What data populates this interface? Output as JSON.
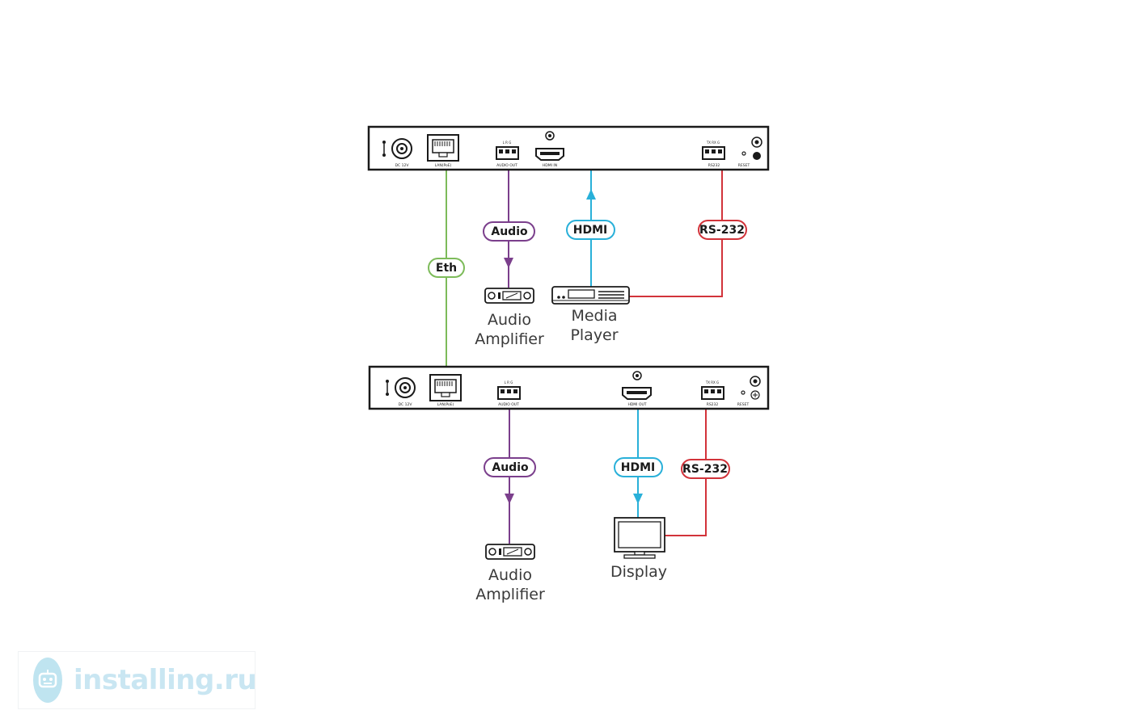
{
  "colors": {
    "audio": "#7b3f8c",
    "hdmi": "#29b0d9",
    "rs232": "#d2333a",
    "eth": "#7dbb5a",
    "panel": "#1a1a1a",
    "label_gray": "#3a3a3a"
  },
  "transmitter": {
    "ports": {
      "dc": "DC 12V",
      "lan": "LAN(PoE)",
      "audio_pins": "L  R  G",
      "audio": "AUDIO OUT",
      "hdmi": "HDMI IN",
      "rs232_pins": "TX RX G",
      "rs232": "RS232",
      "reset": "RESET"
    }
  },
  "receiver": {
    "ports": {
      "dc": "DC 12V",
      "lan": "LAN(PoE)",
      "audio_pins": "L  R  G",
      "audio": "AUDIO OUT",
      "hdmi": "HDMI OUT",
      "rs232_pins": "TX RX G",
      "rs232": "RS232",
      "reset": "RESET"
    }
  },
  "tags": {
    "eth": "Eth",
    "tx_audio": "Audio",
    "tx_hdmi": "HDMI",
    "tx_rs232": "RS-232",
    "rx_audio": "Audio",
    "rx_hdmi": "HDMI",
    "rx_rs232": "RS-232"
  },
  "devices": {
    "tx_amp_line1": "Audio",
    "tx_amp_line2": "Amplifier",
    "player_line1": "Media",
    "player_line2": "Player",
    "rx_amp_line1": "Audio",
    "rx_amp_line2": "Amplifier",
    "display": "Display"
  },
  "watermark": {
    "text": "installing.ru",
    "icon": "robot-head-icon"
  }
}
